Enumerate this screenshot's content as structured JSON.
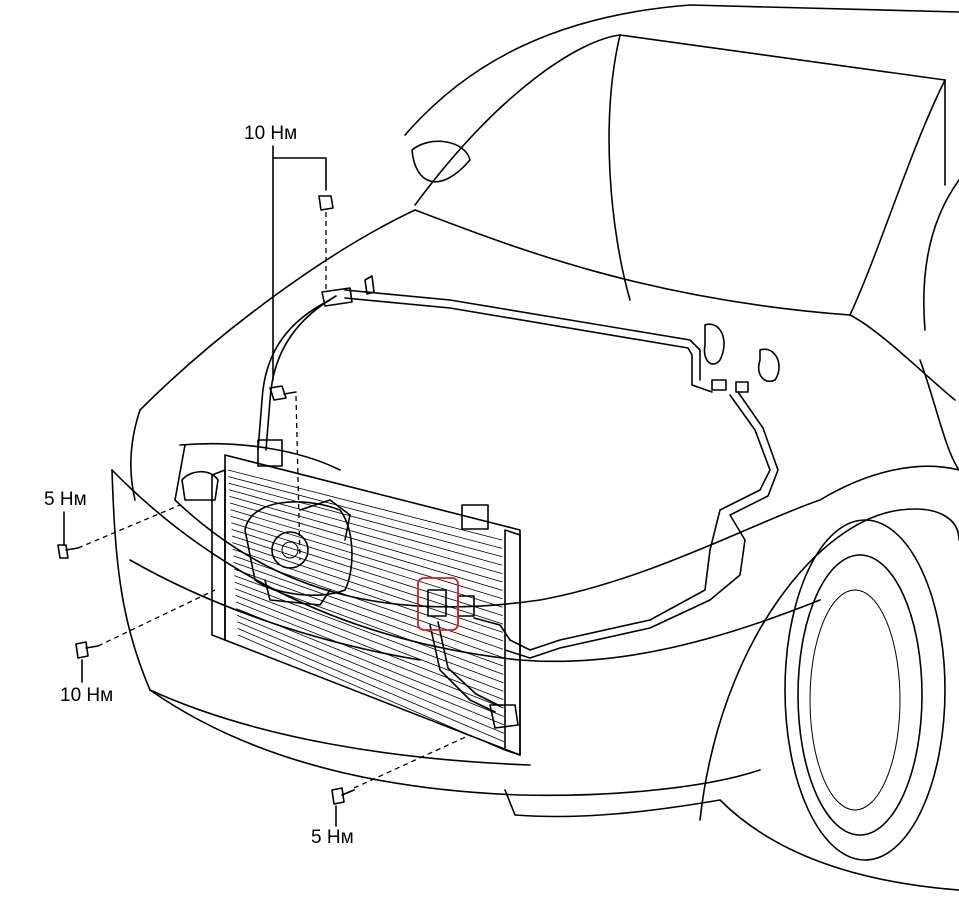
{
  "annotations": {
    "torque_top": "10 Нм",
    "torque_left_upper": "5 Нм",
    "torque_left_lower": "10 Нм",
    "torque_bottom": "5 Нм"
  },
  "highlight": {
    "color": "#cc2222",
    "target": "pressure-switch"
  }
}
